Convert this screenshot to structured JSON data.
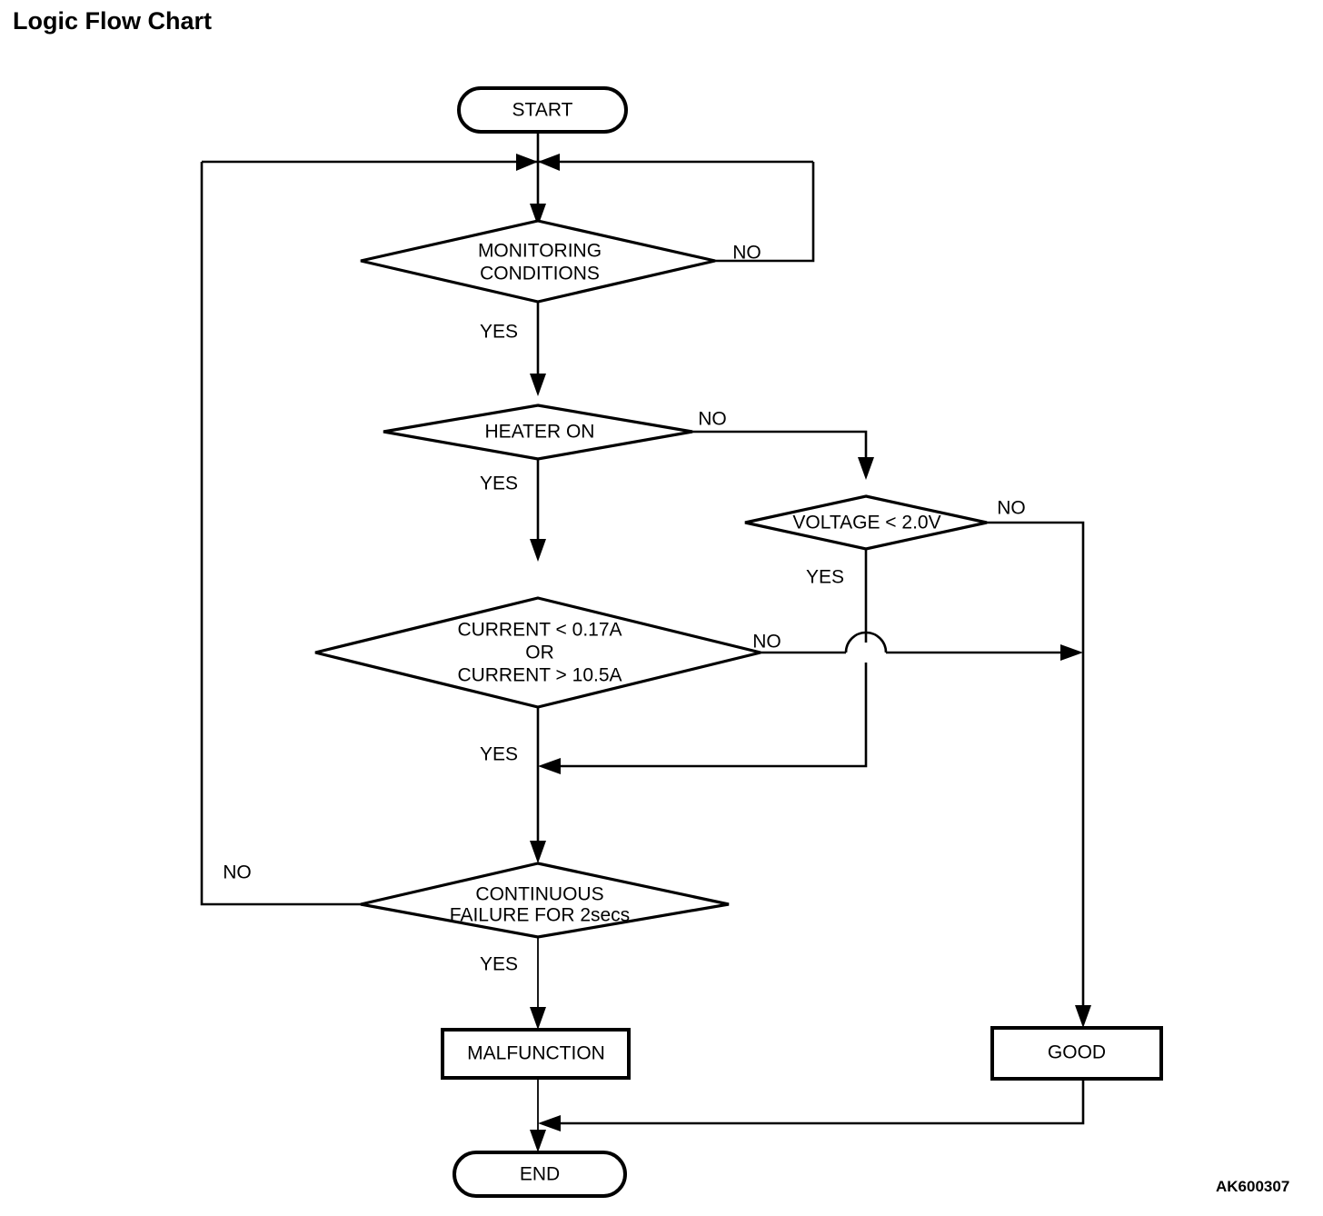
{
  "page": {
    "title": "Logic Flow Chart",
    "figure_id": "AK600307",
    "background_color": "#ffffff",
    "line_color": "#000000"
  },
  "chart_data": {
    "type": "diagram",
    "diagram_kind": "flowchart",
    "title": "Logic Flow Chart",
    "nodes": [
      {
        "id": "start",
        "shape": "terminal",
        "label": "START"
      },
      {
        "id": "monitoring",
        "shape": "decision",
        "label": "MONITORING CONDITIONS",
        "line1": "MONITORING",
        "line2": "CONDITIONS"
      },
      {
        "id": "heater",
        "shape": "decision",
        "label": "HEATER ON"
      },
      {
        "id": "voltage",
        "shape": "decision",
        "label": "VOLTAGE < 2.0V"
      },
      {
        "id": "current",
        "shape": "decision",
        "label": "CURRENT < 0.17A OR CURRENT > 10.5A",
        "line1": "CURRENT < 0.17A",
        "line2": "OR",
        "line3": "CURRENT > 10.5A"
      },
      {
        "id": "failure",
        "shape": "decision",
        "label": "CONTINUOUS FAILURE FOR 2secs",
        "line1": "CONTINUOUS",
        "line2": "FAILURE FOR 2secs"
      },
      {
        "id": "malfunction",
        "shape": "process",
        "label": "MALFUNCTION"
      },
      {
        "id": "good",
        "shape": "process",
        "label": "GOOD"
      },
      {
        "id": "end",
        "shape": "terminal",
        "label": "END"
      }
    ],
    "edges": [
      {
        "from": "start",
        "to": "monitoring",
        "label": ""
      },
      {
        "from": "monitoring",
        "to": "start_join",
        "label": "NO"
      },
      {
        "from": "monitoring",
        "to": "heater",
        "label": "YES"
      },
      {
        "from": "heater",
        "to": "voltage",
        "label": "NO"
      },
      {
        "from": "heater",
        "to": "current",
        "label": "YES"
      },
      {
        "from": "voltage",
        "to": "good",
        "label": "NO"
      },
      {
        "from": "voltage",
        "to": "failure",
        "label": "YES"
      },
      {
        "from": "current",
        "to": "good",
        "label": "NO"
      },
      {
        "from": "current",
        "to": "failure",
        "label": "YES"
      },
      {
        "from": "failure",
        "to": "start_join",
        "label": "NO"
      },
      {
        "from": "failure",
        "to": "malfunction",
        "label": "YES"
      },
      {
        "from": "malfunction",
        "to": "end",
        "label": ""
      },
      {
        "from": "good",
        "to": "end",
        "label": ""
      }
    ],
    "branch_labels": {
      "monitoring_no": "NO",
      "monitoring_yes": "YES",
      "heater_no": "NO",
      "heater_yes": "YES",
      "voltage_no": "NO",
      "voltage_yes": "YES",
      "current_no": "NO",
      "current_yes": "YES",
      "failure_no": "NO",
      "failure_yes": "YES"
    }
  },
  "nodes": {
    "start": {
      "label": "START"
    },
    "monitoring": {
      "line1": "MONITORING",
      "line2": "CONDITIONS"
    },
    "heater": {
      "label": "HEATER ON"
    },
    "voltage": {
      "label": "VOLTAGE < 2.0V"
    },
    "current": {
      "line1": "CURRENT < 0.17A",
      "line2": "OR",
      "line3": "CURRENT > 10.5A"
    },
    "failure": {
      "line1": "CONTINUOUS",
      "line2": "FAILURE FOR 2secs"
    },
    "malfunction": {
      "label": "MALFUNCTION"
    },
    "good": {
      "label": "GOOD"
    },
    "end": {
      "label": "END"
    }
  },
  "labels": {
    "monitoring_no": "NO",
    "monitoring_yes": "YES",
    "heater_no": "NO",
    "heater_yes": "YES",
    "voltage_no": "NO",
    "voltage_yes": "YES",
    "current_no": "NO",
    "current_yes": "YES",
    "failure_no": "NO",
    "failure_yes": "YES"
  }
}
